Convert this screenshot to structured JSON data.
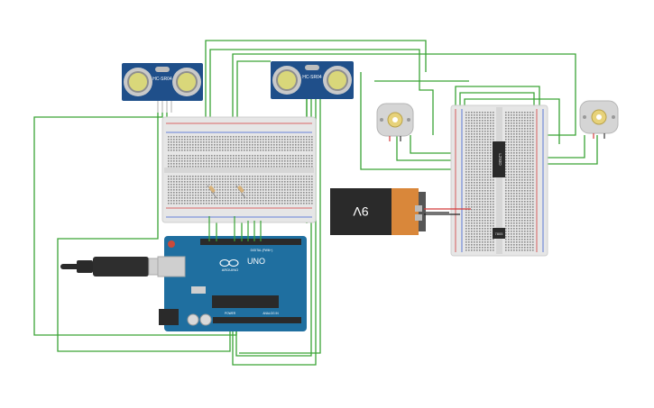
{
  "sensors": {
    "left": {
      "model": "HC-SR04"
    },
    "right": {
      "model": "HC-SR04"
    }
  },
  "battery": {
    "label": "9V"
  },
  "arduino": {
    "model": "UNO",
    "brand": "ARDUINO",
    "header_top": "DIGITAL (PWM~)",
    "power_label": "POWER",
    "analog_label": "ANALOG IN"
  },
  "driver_ic": {
    "label": "L293D"
  },
  "regulator": {
    "label": "7805"
  },
  "colors": {
    "wire": "#3aa335",
    "sensor_board": "#1f4f8a",
    "arduino_board": "#1f6fa0",
    "battery_orange": "#d9873a",
    "battery_black": "#2a2a2a",
    "breadboard": "#e6e6e6",
    "rail_red": "#d43a3a",
    "rail_blue": "#3a5fd4"
  },
  "icons": [
    "ultrasonic-sensor",
    "dc-motor",
    "usb-cable",
    "resistor",
    "battery"
  ]
}
